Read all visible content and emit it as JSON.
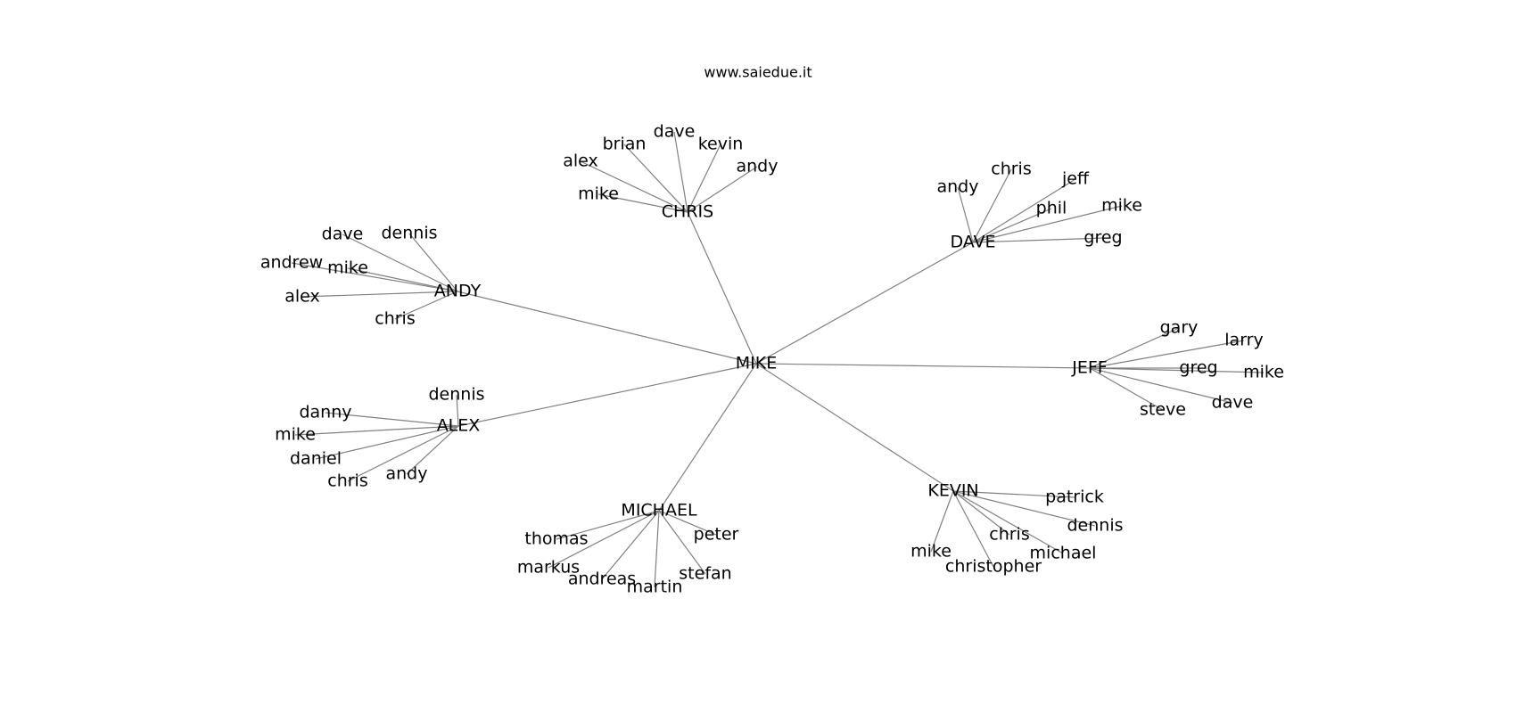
{
  "title": "www.saiedue.it",
  "graph": {
    "root": "MIKE",
    "hubs": [
      {
        "label": "CHRIS",
        "leaves": [
          "mike",
          "alex",
          "brian",
          "dave",
          "kevin",
          "andy"
        ]
      },
      {
        "label": "DAVE",
        "leaves": [
          "andy",
          "chris",
          "jeff",
          "phil",
          "mike",
          "greg"
        ]
      },
      {
        "label": "ANDY",
        "leaves": [
          "dave",
          "dennis",
          "andrew",
          "mike",
          "alex",
          "chris"
        ]
      },
      {
        "label": "JEFF",
        "leaves": [
          "gary",
          "larry",
          "greg",
          "mike",
          "dave",
          "steve"
        ]
      },
      {
        "label": "ALEX",
        "leaves": [
          "dennis",
          "danny",
          "mike",
          "daniel",
          "chris",
          "andy"
        ]
      },
      {
        "label": "KEVIN",
        "leaves": [
          "patrick",
          "dennis",
          "chris",
          "michael",
          "mike",
          "christopher"
        ]
      },
      {
        "label": "MICHAEL",
        "leaves": [
          "thomas",
          "markus",
          "andreas",
          "martin",
          "stefan",
          "peter"
        ]
      }
    ]
  }
}
